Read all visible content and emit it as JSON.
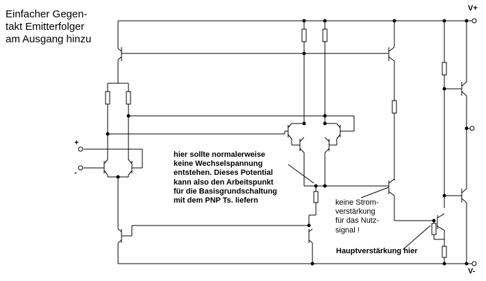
{
  "labels": {
    "title": "Einfacher Gegen-\ntakt Emitterfolger\nam Ausgang hinzu",
    "note_bias": "hier sollte normalerweise\nkeine Wechselspannung\nentstehen. Dieses Potential\nkann also den Arbeitspunkt\nfür die Basisgrundschaltung\nmit dem PNP Ts. liefern",
    "note_current": "keine Strom-\nverstärkung\nfür das Nutz-\nsignal !",
    "note_gain": "Hauptverstärkung hier",
    "v_plus": "V+",
    "v_minus": "V-",
    "input_plus": "+",
    "input_minus": "-"
  }
}
